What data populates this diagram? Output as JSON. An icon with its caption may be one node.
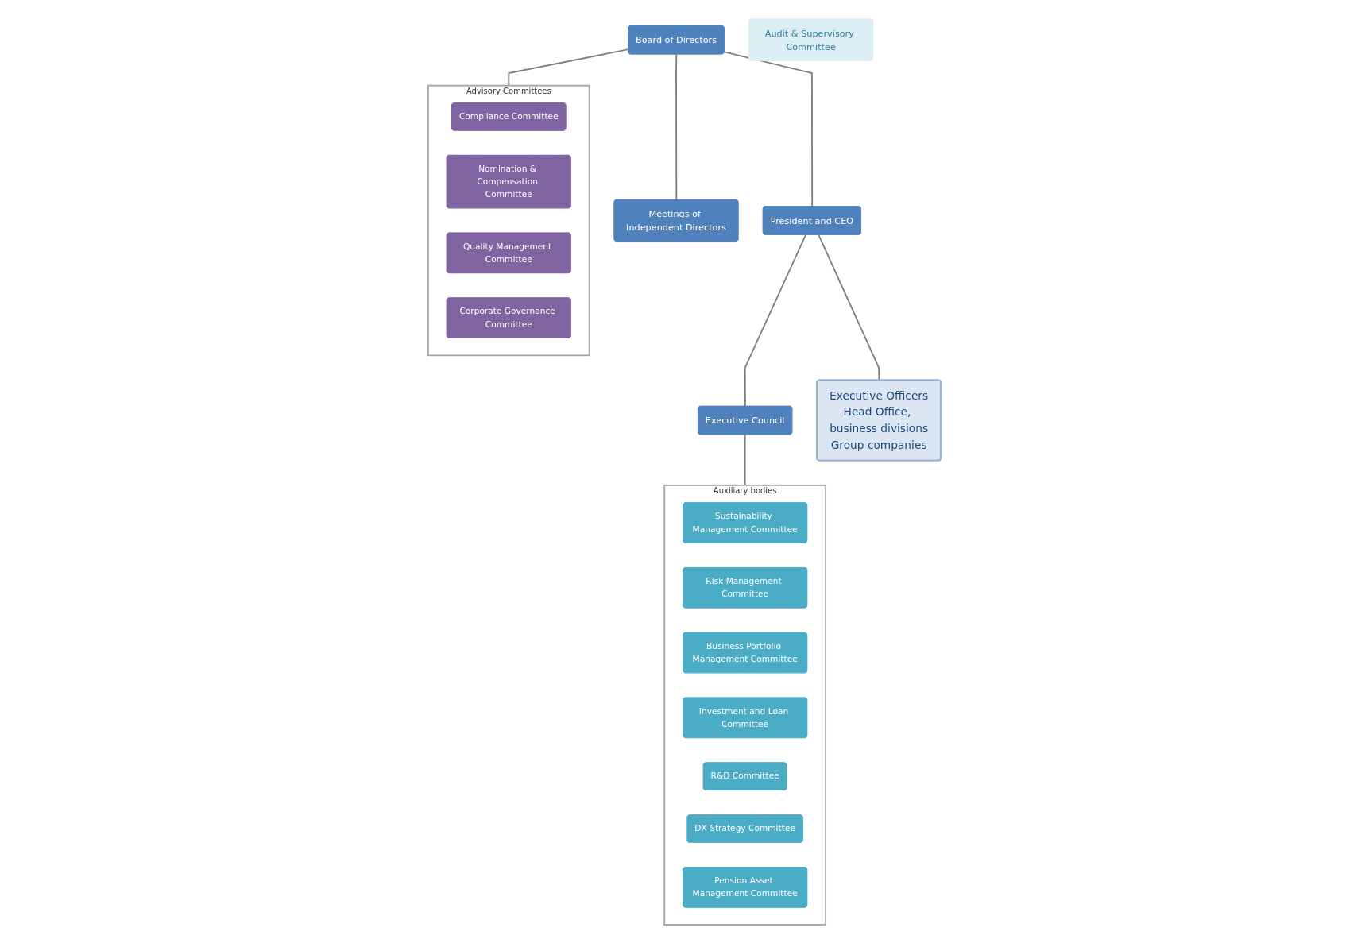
{
  "diagram": {
    "nodes": [
      {
        "text": [
          "Board of Directors"
        ]
      },
      {
        "text": [
          "Audit & Supervisory Committee"
        ]
      },
      {
        "text": [
          "Meetings of Independent Directors"
        ]
      },
      {
        "text": [
          "President and CEO"
        ]
      },
      {
        "text": [
          "Executive Council"
        ]
      },
      {
        "text": [
          "Auxiliary bodies"
        ]
      },
      {
        "text": [
          "Sustainability Management Committee"
        ],
        "in": 5
      },
      {
        "text": [
          "Risk Management Committee"
        ],
        "in": 5
      },
      {
        "text": [
          "Business Portfolio Management Committee"
        ],
        "in": 5
      },
      {
        "text": [
          "Investment and Loan Committee"
        ],
        "in": 5
      },
      {
        "text": [
          "R&D Committee"
        ],
        "in": 5
      },
      {
        "text": [
          "DX Strategy Committee"
        ],
        "in": 5
      },
      {
        "text": [
          "Pension Asset Management Committee"
        ],
        "in": 5
      },
      {
        "text": [
          "Advisory Committees"
        ]
      },
      {
        "text": [
          "Compliance Committee"
        ],
        "in": 13
      },
      {
        "text": [
          "Nomination & Compensation Committee"
        ],
        "in": 13
      },
      {
        "text": [
          "Quality Management Committee"
        ],
        "in": 13
      },
      {
        "text": [
          "Corporate Governance Committee"
        ],
        "in": 13
      },
      {
        "text": [
          "Executive Officers",
          "Head Office, business divisions",
          "Group companies"
        ]
      }
    ],
    "edges": [
      {
        "from": 0,
        "to": 2,
        "arrow": "none"
      },
      {
        "from": 0,
        "to": 3,
        "arrow": "none"
      },
      {
        "from": 0,
        "to": 13,
        "arrow": "none"
      },
      {
        "from": 3,
        "to": 4,
        "arrow": "none"
      },
      {
        "from": 4,
        "to": 5,
        "arrow": "none"
      },
      {
        "from": 3,
        "to": 18,
        "arrow": "none"
      }
    ]
  }
}
